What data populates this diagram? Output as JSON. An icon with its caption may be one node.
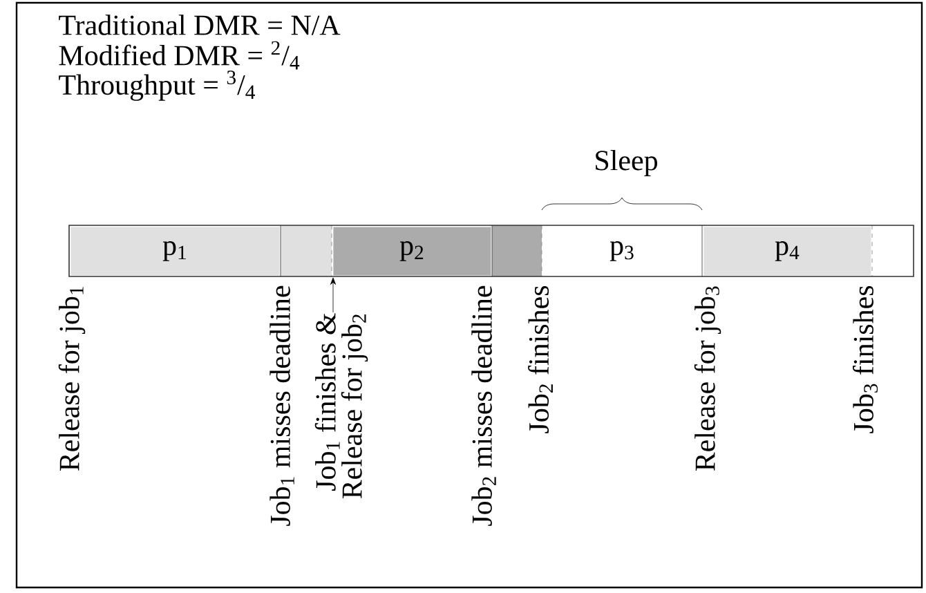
{
  "diagram": {
    "nodes": [
      {
        "text": [
          "p$_{1}$"
        ]
      },
      {
        "text": [
          "p$_{2}$"
        ]
      },
      {
        "text": [
          "p$_{3}$"
        ]
      },
      {
        "text": [
          "p$_{4}$"
        ]
      },
      {
        "text": [
          "Job$_{1}$ finishes &",
          "Release for job$_{2}$"
        ]
      }
    ],
    "edges": [
      {
        "from": 4,
        "to": 1,
        "arrow": "to"
      }
    ],
    "labels": [
      "Traditional DMR = N/A",
      "Modified DMR = $^{2}$/$_{4}$",
      "Throughput = $^{3}$/$_{4}$",
      "Sleep",
      "Release for job$_{1}$",
      "Job$_{1}$ misses deadline",
      "Job$_{2}$ misses deadline",
      "Job$_{2}$ finishes",
      "Release for job$_{3}$",
      "Job$_{3}$ finishes"
    ]
  }
}
